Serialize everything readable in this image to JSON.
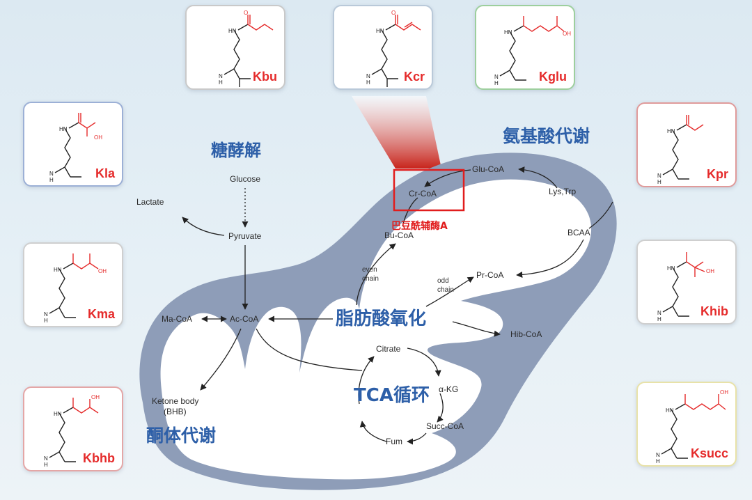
{
  "colors": {
    "accent_red": "#e52b2b",
    "title_blue": "#2d5fa8",
    "mito_outer": "#8e9db8",
    "mito_inner": "#ffffff"
  },
  "cards": {
    "kbu": "Kbu",
    "kcr": "Kcr",
    "kglu": "Kglu",
    "kla": "Kla",
    "kpr": "Kpr",
    "kma": "Kma",
    "khib": "Khib",
    "kbhb": "Kbhb",
    "ksucc": "Ksucc"
  },
  "molecule": {
    "hn": "HN",
    "nh": "N",
    "h": "H",
    "oh": "OH",
    "o": "O"
  },
  "titles": {
    "glycolysis": "糖酵解",
    "amino_acid": "氨基酸代谢",
    "fatty_acid": "脂肪酸氧化",
    "tca": "TCA循环",
    "ketone": "酮体代谢",
    "crotonyl": "巴豆酰辅酶A"
  },
  "nodes": {
    "glucose": "Glucose",
    "lactate": "Lactate",
    "pyruvate": "Pyruvate",
    "ma_coa": "Ma-CoA",
    "ac_coa": "Ac-CoA",
    "ketone_body": "Ketone body",
    "bhb": "(BHB)",
    "bu_coa": "Bu-CoA",
    "even": "even",
    "chain1": "chain",
    "odd": "odd",
    "chain2": "chain",
    "cr_coa": "Cr-CoA",
    "glu_coa": "Glu-CoA",
    "lys_trp": "Lys,Trp",
    "bcaa": "BCAA",
    "pr_coa": "Pr-CoA",
    "hib_coa": "Hib-CoA",
    "citrate": "Citrate",
    "akg": "α-KG",
    "succ_coa": "Succ-CoA",
    "fum": "Fum"
  }
}
